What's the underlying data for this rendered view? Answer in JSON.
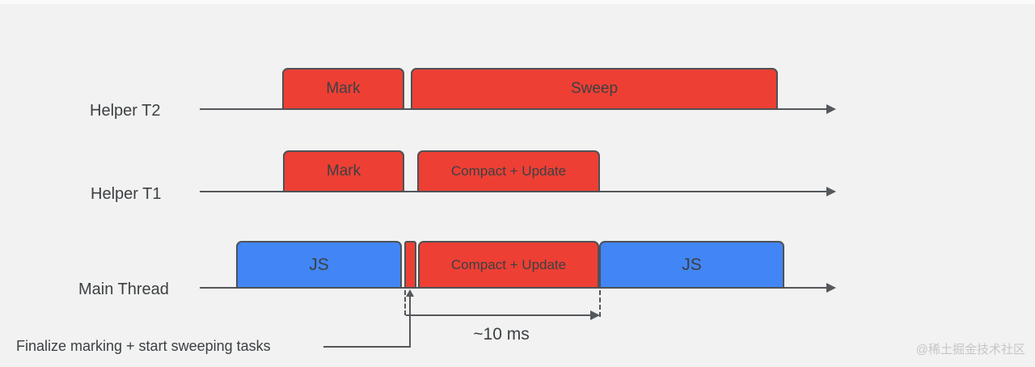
{
  "diagram": {
    "rows": [
      {
        "label": "Helper T2",
        "blocks": [
          {
            "label": "Mark"
          },
          {
            "label": "Sweep"
          }
        ]
      },
      {
        "label": "Helper T1",
        "blocks": [
          {
            "label": "Mark"
          },
          {
            "label": "Compact + Update"
          }
        ]
      },
      {
        "label": "Main Thread",
        "blocks": [
          {
            "label": "JS"
          },
          {
            "label": ""
          },
          {
            "label": "Compact + Update"
          },
          {
            "label": "JS"
          }
        ]
      }
    ],
    "annotations": {
      "duration": "~10 ms",
      "callout": "Finalize marking + start sweeping tasks"
    },
    "colors": {
      "task_red": "#EE3F34",
      "task_blue": "#4285F4",
      "line": "#54575B",
      "text": "#3C4043",
      "background": "#F1F2F1"
    }
  },
  "watermark": "@稀土掘金技术社区"
}
